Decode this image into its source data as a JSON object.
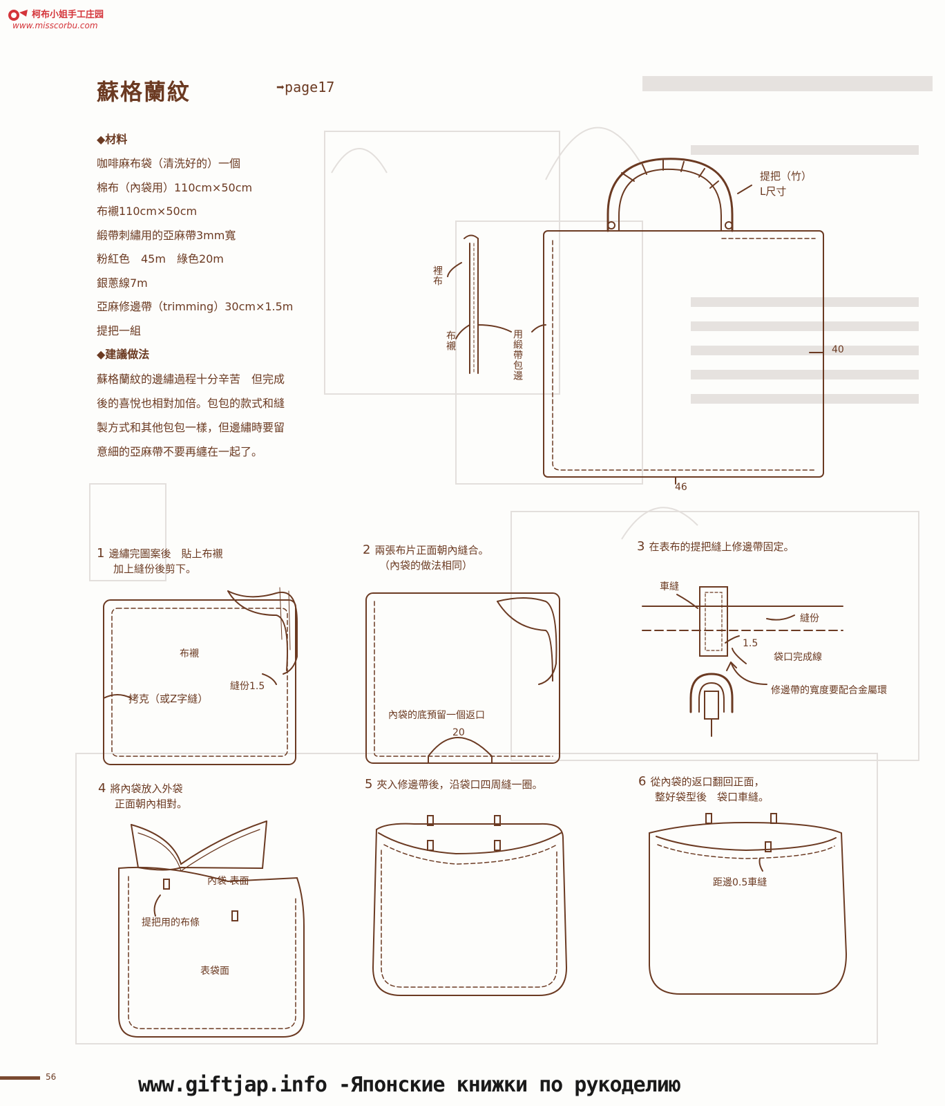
{
  "logo": {
    "title": "柯布小姐手工庄园",
    "url": "www.misscorbu.com"
  },
  "header": {
    "title": "蘇格蘭紋",
    "page_ref": "➡page17"
  },
  "materials": {
    "heading": "◆材料",
    "items": [
      "咖啡麻布袋（清洗好的）一個",
      "棉布（內袋用）110cm×50cm",
      "布襯110cm×50cm",
      "緞帶刺繡用的亞麻帶3mm寬",
      "粉紅色　45m　綠色20m",
      "銀蔥線7m",
      "亞麻修邊帶（trimming）30cm×1.5m",
      "提把一組"
    ],
    "method_heading": "◆建議做法",
    "method_lines": [
      "蘇格蘭紋的邊繡過程十分辛苦　但完成",
      "後的喜悅也相對加倍。包包的款式和縫",
      "製方式和其他包包一樣，但邊繡時要留",
      "意細的亞麻帶不要再纏在一起了。"
    ]
  },
  "main_diagram": {
    "handle_label_1": "提把（竹）",
    "handle_label_2": "L尺寸",
    "height_label": "40",
    "width_label": "46",
    "lining_label": "裡布",
    "interfacing_label": "布襯",
    "ribbon_label": "用緞帶包邊"
  },
  "steps": [
    {
      "num": "1",
      "lines": [
        "邊繡完圖案後　貼上布襯",
        "加上縫份後剪下。"
      ],
      "labels": [
        "布襯",
        "縫份1.5",
        "拷克（或Z字縫）"
      ]
    },
    {
      "num": "2",
      "lines": [
        "兩張布片正面朝內縫合。",
        "（內袋的做法相同）"
      ],
      "labels": [
        "內袋的底預留一個返口",
        "20"
      ]
    },
    {
      "num": "3",
      "lines": [
        "在表布的提把縫上修邊帶固定。"
      ],
      "labels": [
        "車縫",
        "縫份",
        "1.5",
        "袋口完成線",
        "修邊帶的寬度要配合金屬環"
      ]
    },
    {
      "num": "4",
      "lines": [
        "將內袋放入外袋",
        "正面朝內相對。"
      ],
      "labels": [
        "內袋 表面",
        "提把用的布條",
        "表袋面"
      ]
    },
    {
      "num": "5",
      "lines": [
        "夾入修邊帶後，沿袋口四周縫一圈。"
      ],
      "labels": []
    },
    {
      "num": "6",
      "lines": [
        "從內袋的返口翻回正面，",
        "整好袋型後　袋口車縫。"
      ],
      "labels": [
        "距邊0.5車縫"
      ]
    }
  ],
  "footer": {
    "page_number": "56",
    "text": "www.giftjap.info -Японские книжки по рукоделию"
  },
  "colors": {
    "ink": "#6b3a22",
    "logo": "#d4343a",
    "footer": "#1a1a1a",
    "ghost": "#dcd7d4"
  }
}
